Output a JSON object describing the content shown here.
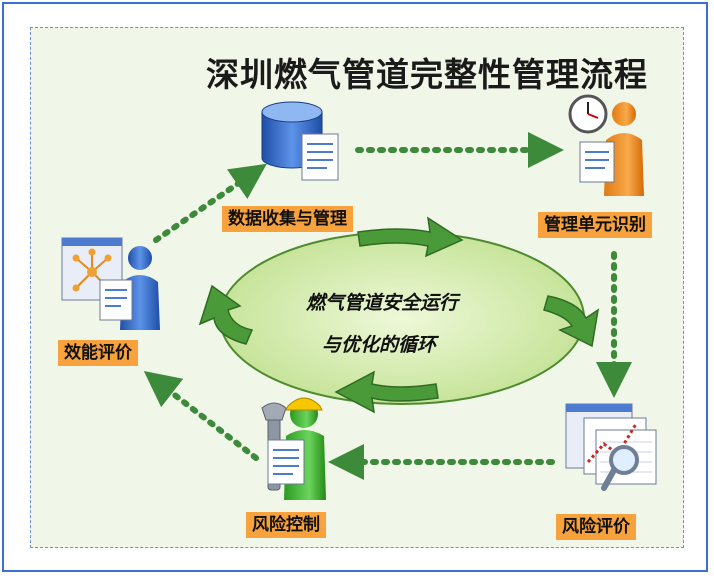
{
  "title": "深圳燃气管道完整性管理流程",
  "center": {
    "line1": "燃气管道安全运行",
    "line2": "与优化的循环"
  },
  "steps": {
    "data_collection": "数据收集与管理",
    "unit_identification": "管理单元识别",
    "risk_assessment": "风险评价",
    "risk_control": "风险控制",
    "effectiveness_evaluation": "效能评价"
  },
  "colors": {
    "frame": "#3b6fd6",
    "panel": "#f1f7e8",
    "label": "#f7a23c",
    "ellipse": "#cfe9a0",
    "arrow": "#3c8a3a"
  }
}
